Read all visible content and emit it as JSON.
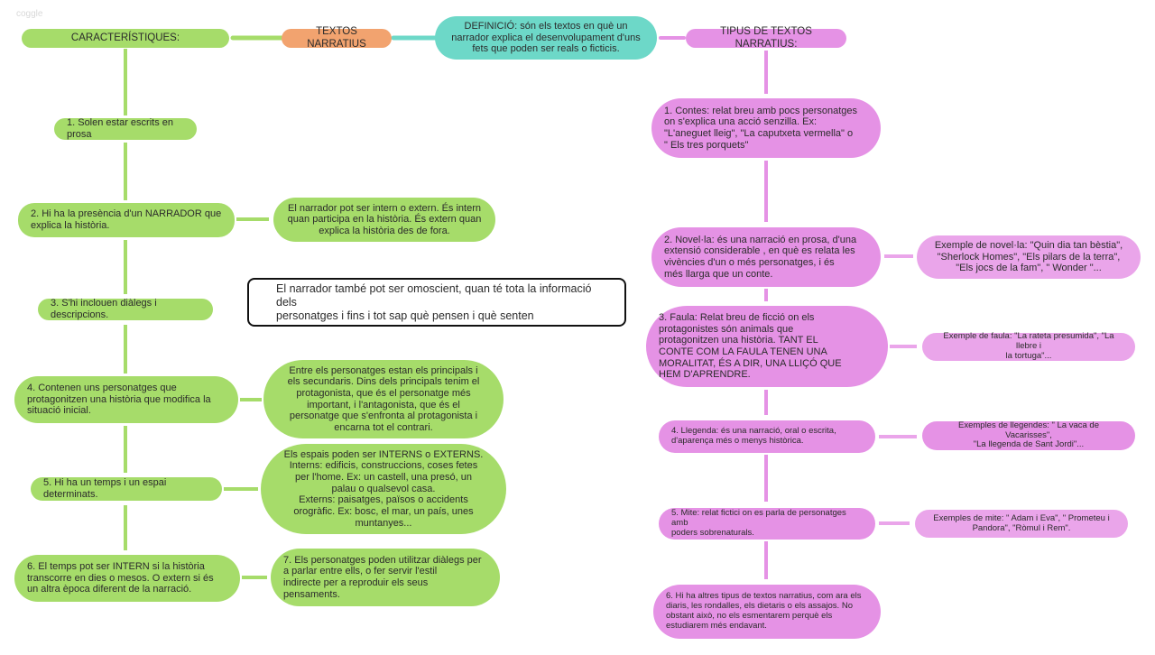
{
  "logo": "coggle",
  "colors": {
    "green": "#a6dc6a",
    "pink": "#e592e5",
    "orange": "#f2a36f",
    "teal": "#6dd8c8"
  },
  "center": {
    "title": "TEXTOS NARRATIUS"
  },
  "definicio": "DEFINICIÓ: són els textos en què un\nnarrador explica el desenvolupament d'uns\nfets que poden ser reals o ficticis.",
  "caracteristiques": {
    "title": "CARACTERÍSTIQUES:",
    "items": [
      "1.  Solen estar escrits en prosa",
      "2.  Hi ha la presència d'un NARRADOR que\n     explica la història.",
      "3.  S'hi inclouen diàlegs i descripcions.",
      "4.  Contenen uns personatges que\n     protagonitzen una història que modifica la\n     situació inicial.",
      "5.  Hi ha un temps i un espai determinats.",
      "6.  El temps pot ser INTERN si la història\n     transcorre en dies o mesos. O extern si és\n     un altra època diferent de la narració."
    ],
    "details": [
      "El narrador pot ser intern o extern. És intern\nquan participa en la història. És extern quan\nexplica la història des de fora.",
      "Entre els personatges estan els principals i\nels secundaris. Dins dels principals tenim el\nprotagonista, que és el personatge més\nimportant, i l'antagonista, que és el\npersonatge que s'enfronta al protagonista i\nencarna tot el contrari.",
      "Els espais poden ser INTERNS o EXTERNS.\nInterns: edificis, construccions, coses fetes\nper l'home. Ex: un castell, una presó, un\npalau o qualsevol casa.\nExterns: paisatges, països o accidents\norogràfic. Ex: bosc, el mar, un país, unes\nmuntanyes...",
      "7.  Els personatges poden utilitzar diàlegs per\n     a parlar entre ells, o fer servir l'estil\n     indirecte per a reproduir els seus\n     pensaments."
    ]
  },
  "note": "El narrador també pot ser omoscient, quan té tota la informació dels\npersonatges i fins i tot sap què pensen i què senten",
  "tipus": {
    "title": "TIPUS DE TEXTOS NARRATIUS:",
    "items": [
      "1.  Contes: relat breu amb pocs personatges\n     on s'explica una acció senzilla. Ex:\n     \"L'aneguet lleig\", \"La caputxeta vermella\" o\n     \" Els tres porquets\"",
      "2.  Novel·la: és una narració en prosa, d'una\n     extensió considerable , en què es relata les\n     vivències d'un o més personatges, i és\n     més llarga que un conte.",
      "3.  Faula: Relat breu de ficció on els\n     protagonistes són animals que\n     protagonitzen una història. TANT EL\n     CONTE COM LA FAULA TENEN UNA\n     MORALITAT, ÉS A DIR, UNA LLIÇÓ QUE\n     HEM D'APRENDRE.",
      "4.  Llegenda: és una narració, oral o escrita,\n     d'aparença més o menys històrica.",
      "5.  Mite: relat fictici on es parla de personatges amb\n     poders sobrenaturals.",
      "6.  Hi ha altres tipus de textos narratius, com ara els\n     diaris, les rondalles, els dietaris o els assajos. No\n     obstant això, no els esmentarem perquè els\n     estudiarem més endavant."
    ],
    "examples": [
      "Exemple de novel·la: \"Quin dia tan bèstia\",\n\"Sherlock Homes\", \"Els pilars de la terra\",\n\"Els jocs de la fam\", \" Wonder \"...",
      "Exemple de faula: \"La rateta presumida\", \"La llebre i\nla tortuga\"...",
      "Exemples de llegendes: \" La vaca de Vacarisses\",\n\"La llegenda de Sant Jordi\"...",
      "Exemples de mite: \" Adam i Eva\", \" Prometeu i\nPandora\", \"Ròmul i Rem\"."
    ]
  }
}
